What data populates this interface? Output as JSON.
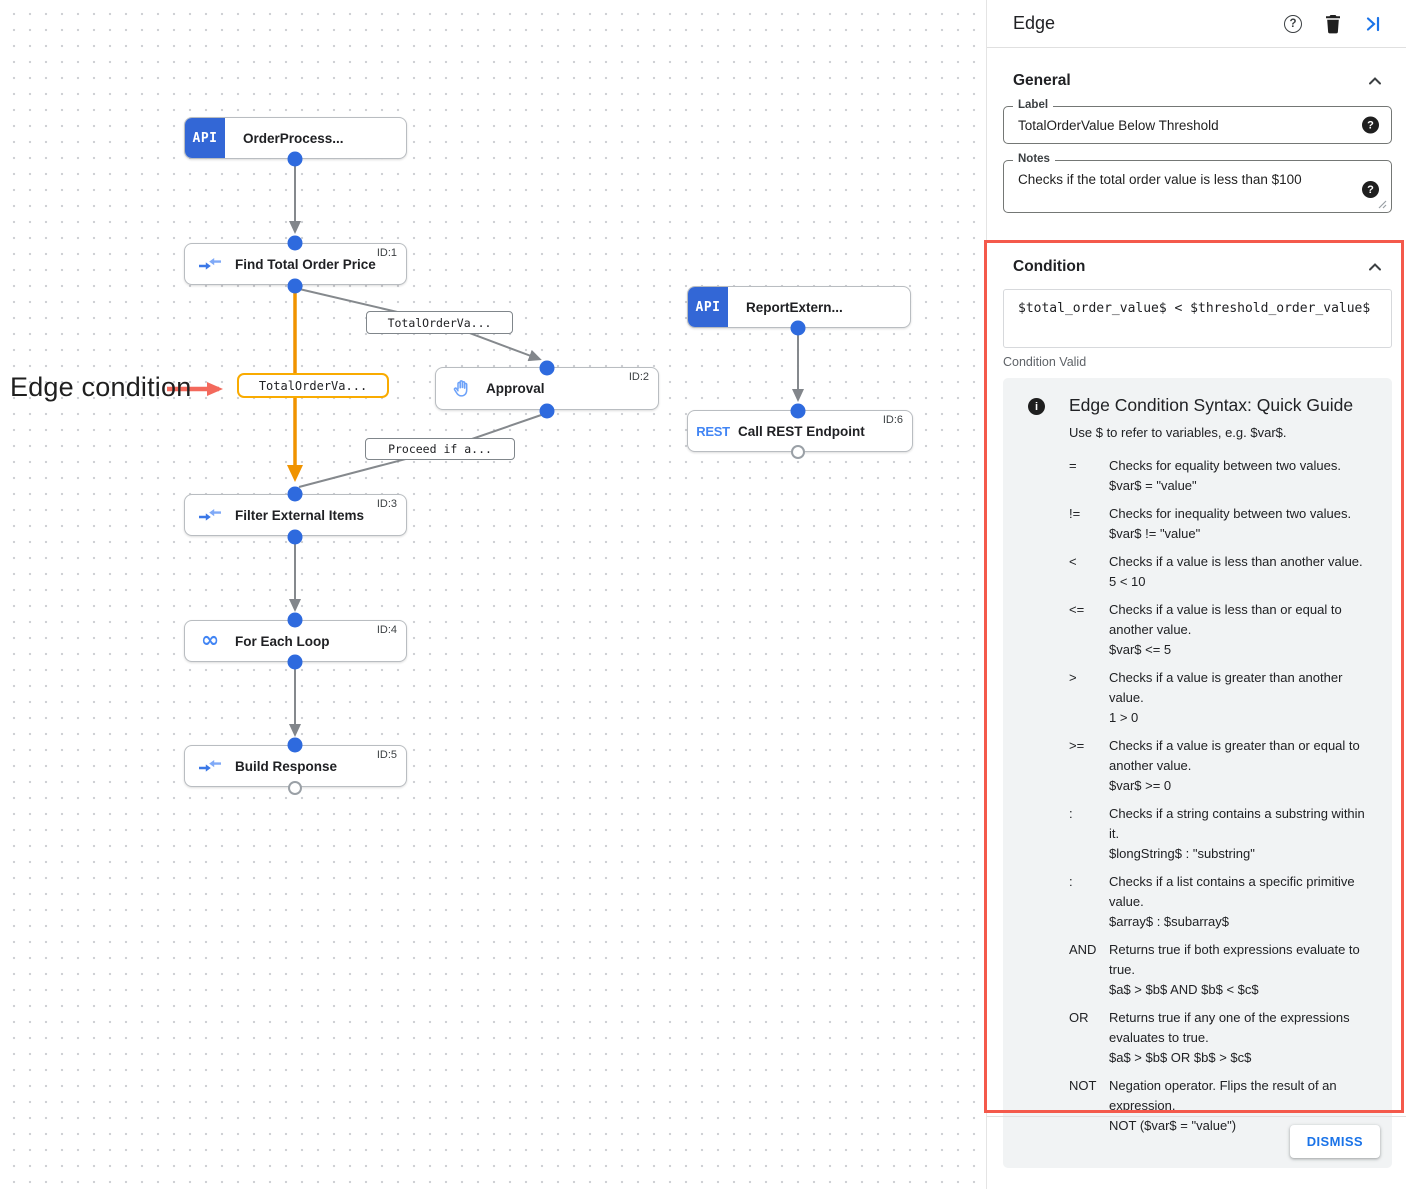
{
  "colors": {
    "accent_blue": "#1a73e8",
    "api_badge_blue": "#3367d6",
    "node_dot_blue": "#2e6ade",
    "selected_edge_orange": "#f09300",
    "selected_label_border": "#f9ab00",
    "annotation_red": "#f3695c",
    "highlight_box_red": "#f4594b",
    "edge_gray": "#82868b",
    "guide_bg": "#f1f3f4"
  },
  "icons": {
    "help_glyph": "?",
    "field_help_glyph": "?",
    "info_glyph": "i",
    "loop_glyph": "∞"
  },
  "canvas": {
    "annotation": {
      "text": "Edge condition"
    },
    "nodes": [
      {
        "badge": "API",
        "label": "OrderProcess...",
        "id_label": ""
      },
      {
        "label": "Find Total Order Price",
        "id_label": "ID:1"
      },
      {
        "label": "Approval",
        "id_label": "ID:2"
      },
      {
        "badge": "API",
        "label": "ReportExtern...",
        "id_label": ""
      },
      {
        "badge": "REST",
        "label": "Call REST Endpoint",
        "id_label": "ID:6"
      },
      {
        "label": "Filter External Items",
        "id_label": "ID:3"
      },
      {
        "label": "For Each Loop",
        "id_label": "ID:4"
      },
      {
        "label": "Build Response",
        "id_label": "ID:5"
      }
    ],
    "edge_labels": [
      {
        "text": "TotalOrderVa...",
        "selected": false
      },
      {
        "text": "TotalOrderVa...",
        "selected": true
      },
      {
        "text": "Proceed if a...",
        "selected": false
      }
    ]
  },
  "panel": {
    "title": "Edge",
    "general": {
      "section_label": "General",
      "label_field": {
        "label": "Label",
        "value": "TotalOrderValue Below Threshold"
      },
      "notes_field": {
        "label": "Notes",
        "value": "Checks if the total order value is less than $100"
      }
    },
    "condition": {
      "section_label": "Condition",
      "expression": "$total_order_value$ < $threshold_order_value$",
      "status": "Condition Valid",
      "guide": {
        "title": "Edge Condition Syntax: Quick Guide",
        "intro": "Use $ to refer to variables, e.g. $var$.",
        "entries": [
          {
            "op": "=",
            "desc": "Checks for equality between two values.",
            "example": "$var$ = \"value\""
          },
          {
            "op": "!=",
            "desc": "Checks for inequality between two values.",
            "example": "$var$ != \"value\""
          },
          {
            "op": "<",
            "desc": "Checks if a value is less than another value.",
            "example": "5 < 10"
          },
          {
            "op": "<=",
            "desc": "Checks if a value is less than or equal to another value.",
            "example": "$var$ <= 5"
          },
          {
            "op": ">",
            "desc": "Checks if a value is greater than another value.",
            "example": "1 > 0"
          },
          {
            "op": ">=",
            "desc": "Checks if a value is greater than or equal to another value.",
            "example": "$var$ >= 0"
          },
          {
            "op": ":",
            "desc": "Checks if a string contains a substring within it.",
            "example": "$longString$ : \"substring\""
          },
          {
            "op": ":",
            "desc": "Checks if a list contains a specific primitive value.",
            "example": "$array$ : $subarray$"
          },
          {
            "op": "AND",
            "desc": "Returns true if both expressions evaluate to true.",
            "example": "$a$ > $b$ AND $b$ < $c$"
          },
          {
            "op": "OR",
            "desc": "Returns true if any one of the expressions evaluates to true.",
            "example": "$a$ > $b$ OR $b$ > $c$"
          },
          {
            "op": "NOT",
            "desc": "Negation operator. Flips the result of an expression.",
            "example": "NOT ($var$ = \"value\")"
          }
        ]
      }
    },
    "dismiss_label": "DISMISS"
  }
}
